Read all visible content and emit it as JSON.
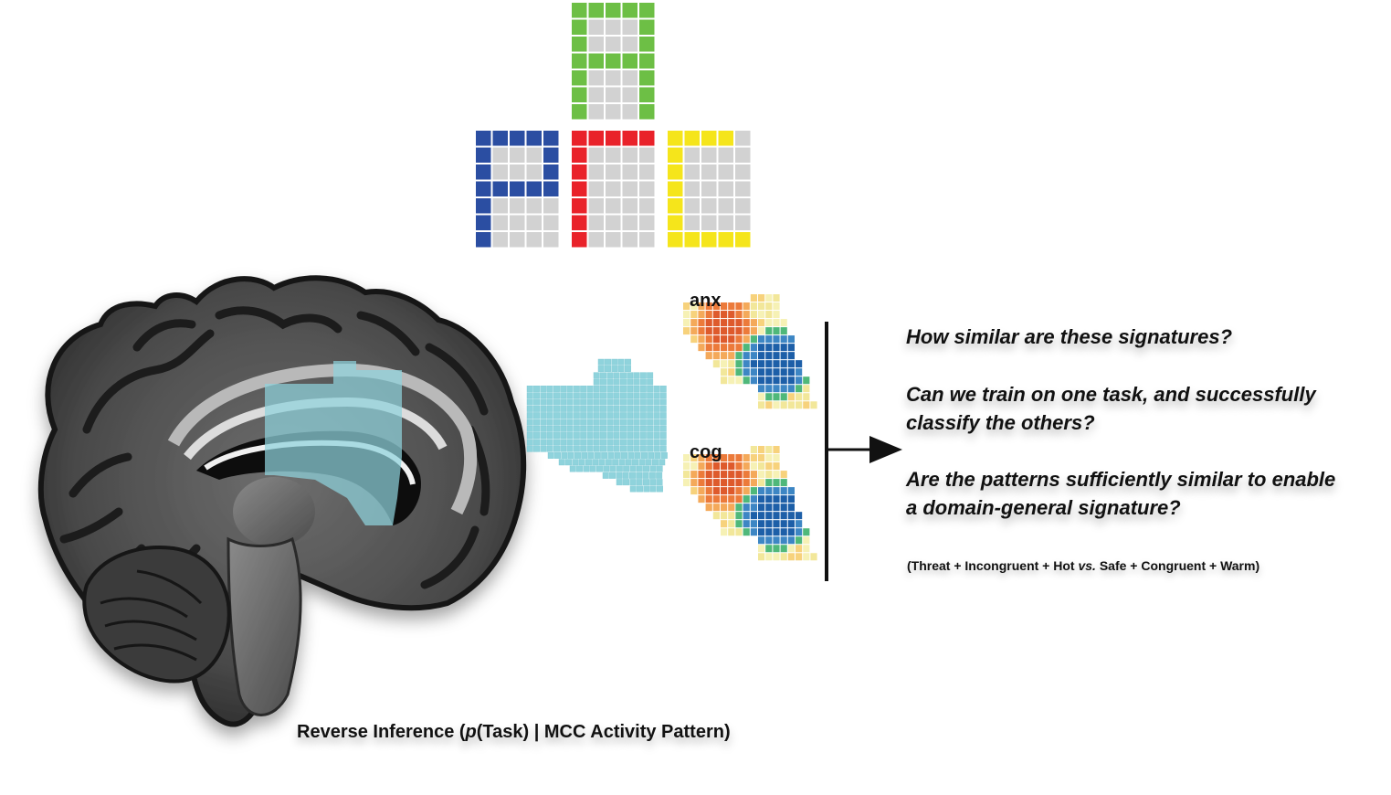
{
  "signature_labels": {
    "top": "anx",
    "bottom": "cog"
  },
  "questions": {
    "q1": "How similar are these signatures?",
    "q2_line1": "Can we train on one task, and successfully",
    "q2_line2": "classify the others?",
    "q3_line1": "Are the patterns sufficiently similar to enable",
    "q3_line2": "a domain-general signature?"
  },
  "contrast_note": {
    "prefix": "(Threat + Incongruent + Hot ",
    "vs": "vs.",
    "suffix": " Safe + Congruent + Warm)"
  },
  "caption": {
    "prefix": "Reverse Inference (",
    "p": "p",
    "suffix": "(Task) | MCC Activity Pattern)"
  },
  "task_grids": [
    {
      "id": "green",
      "color": "#6dbf45"
    },
    {
      "id": "blue",
      "color": "#2b4ea2"
    },
    {
      "id": "red",
      "color": "#e9222a"
    },
    {
      "id": "yellow",
      "color": "#f5e51b"
    }
  ],
  "colors": {
    "roi": "#8fd3dc",
    "roi_grid": "#7cc9d4",
    "cell_gray": "#d2d2d2",
    "brain_dark": "#1a1a1a",
    "brain_gray": "#5e5e5e"
  }
}
